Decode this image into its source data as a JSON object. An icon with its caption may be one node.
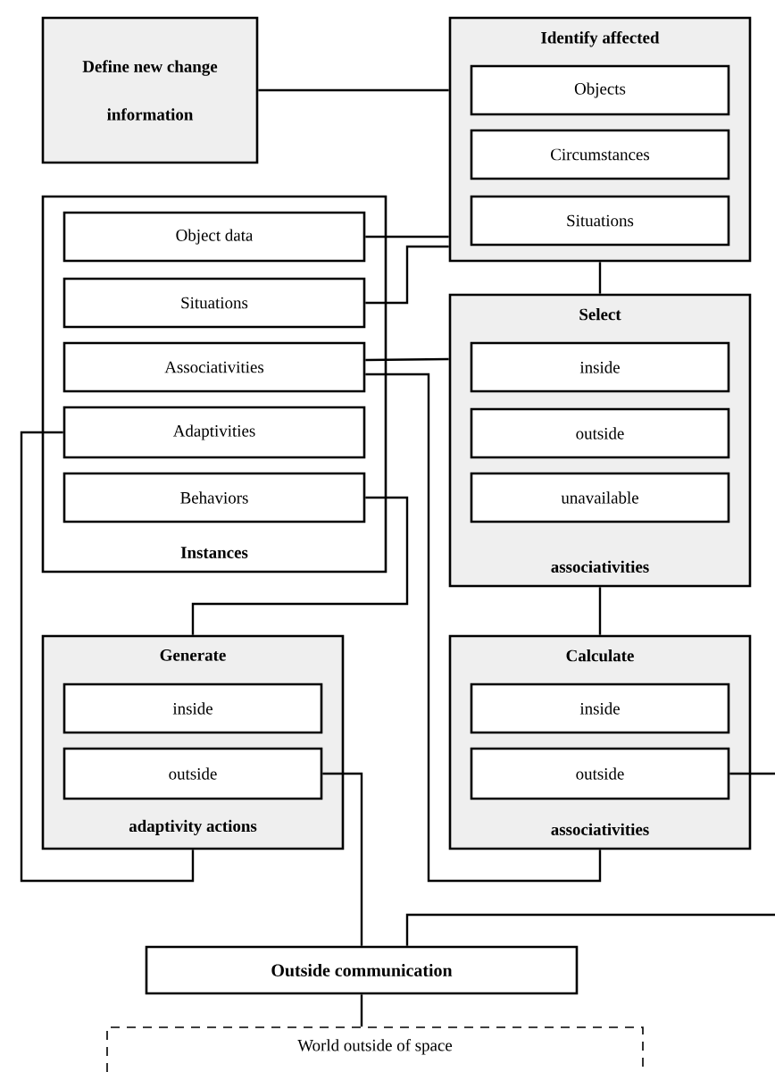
{
  "diagram": {
    "nodes": [
      {
        "text": [
          "Define new change information"
        ]
      },
      {
        "text": [
          "Identify affected"
        ]
      },
      {
        "text": [
          "Objects"
        ],
        "in": 1
      },
      {
        "text": [
          "Circumstances"
        ],
        "in": 1
      },
      {
        "text": [
          "Situations"
        ],
        "in": 1
      },
      {
        "text": [
          "Instances"
        ]
      },
      {
        "text": [
          "Object data"
        ],
        "in": 5
      },
      {
        "text": [
          "Situations"
        ],
        "in": 5
      },
      {
        "text": [
          "Associativities"
        ],
        "in": 5
      },
      {
        "text": [
          "Adaptivities"
        ],
        "in": 5
      },
      {
        "text": [
          "Behaviors"
        ],
        "in": 5
      },
      {
        "text": [
          "Select",
          "associativities"
        ]
      },
      {
        "text": [
          "inside"
        ],
        "in": 11
      },
      {
        "text": [
          "outside"
        ],
        "in": 11
      },
      {
        "text": [
          "unavailable"
        ],
        "in": 11
      },
      {
        "text": [
          "Generate",
          "adaptivity actions"
        ]
      },
      {
        "text": [
          "inside"
        ],
        "in": 15
      },
      {
        "text": [
          "outside"
        ],
        "in": 15
      },
      {
        "text": [
          "Calculate",
          "associativities"
        ]
      },
      {
        "text": [
          "inside"
        ],
        "in": 18
      },
      {
        "text": [
          "outside"
        ],
        "in": 18
      },
      {
        "text": [
          "Outside communication"
        ]
      },
      {
        "text": [
          "World outside of space"
        ]
      }
    ],
    "edges": [
      {
        "from": 0,
        "to": 1,
        "arrow": "none"
      },
      {
        "from": 6,
        "to": 1,
        "arrow": "none"
      },
      {
        "from": 7,
        "to": 1,
        "arrow": "none"
      },
      {
        "from": 1,
        "to": 11,
        "arrow": "none"
      },
      {
        "from": 8,
        "to": 11,
        "arrow": "none"
      },
      {
        "from": 8,
        "to": 18,
        "arrow": "none"
      },
      {
        "from": 11,
        "to": 18,
        "arrow": "none"
      },
      {
        "from": 10,
        "to": 15,
        "arrow": "none"
      },
      {
        "from": 9,
        "to": 15,
        "arrow": "none"
      },
      {
        "from": 17,
        "to": 21,
        "arrow": "none"
      },
      {
        "from": 20,
        "to": null,
        "arrow": "none"
      },
      {
        "from": null,
        "to": 21,
        "arrow": "none"
      },
      {
        "from": 21,
        "to": 22,
        "arrow": "none"
      }
    ]
  }
}
